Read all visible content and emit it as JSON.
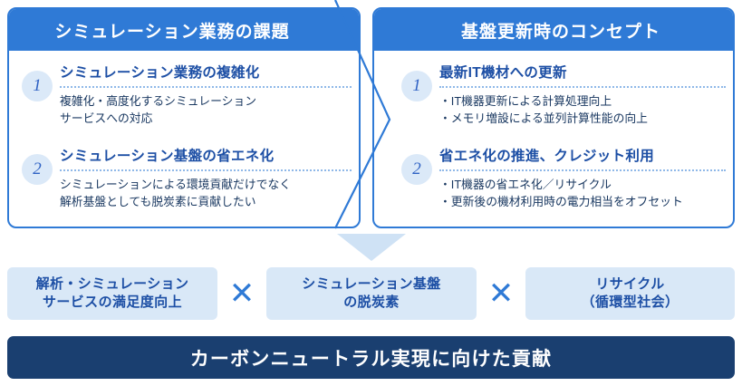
{
  "panels": [
    {
      "header": "シミュレーション業務の課題",
      "entries": [
        {
          "number": "1",
          "title": "シミュレーション業務の複雑化",
          "desc": "複雑化・高度化するシミュレーション\nサービスへの対応"
        },
        {
          "number": "2",
          "title": "シミュレーション基盤の省エネ化",
          "desc": "シミュレーションによる環境貢献だけでなく\n解析基盤としても脱炭素に貢献したい"
        }
      ]
    },
    {
      "header": "基盤更新時のコンセプト",
      "entries": [
        {
          "number": "1",
          "title": "最新IT機材への更新",
          "desc": "・IT機器更新による計算処理向上\n・メモリ増設による並列計算性能の向上"
        },
        {
          "number": "2",
          "title": "省エネ化の推進、クレジット利用",
          "desc": "・IT機器の省エネ化／リサイクル\n・更新後の機材利用時の電力相当をオフセット"
        }
      ]
    }
  ],
  "factors": [
    {
      "label": "解析・シミュレーション\nサービスの満足度向上"
    },
    {
      "label": "シミュレーション基盤\nの脱炭素"
    },
    {
      "label": "リサイクル\n（循環型社会）"
    }
  ],
  "separators": [
    {
      "symbol": "✕"
    },
    {
      "symbol": "✕"
    }
  ],
  "banner": {
    "text": "カーボンニュートラル実現に向けた貢献"
  },
  "colors": {
    "header_blue": "#2f7ad6",
    "badge_fill": "#dbe9f8",
    "title_blue": "#1d4fa5",
    "factor_fill": "#d9e8f7",
    "banner_navy": "#1a3f70",
    "arrow_fill": "#cfe2f5",
    "dotted_rule": "#8fb8e8"
  }
}
